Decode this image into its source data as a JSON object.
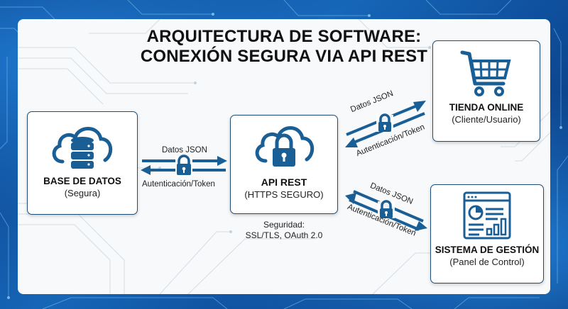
{
  "title": {
    "line1": "ARQUITECTURA DE SOFTWARE:",
    "line2": "CONEXIÓN SEGURA VIA API REST"
  },
  "nodes": {
    "database": {
      "label": "BASE DE DATOS",
      "sub": "(Segura)",
      "icon": "cloud-database-icon"
    },
    "api": {
      "label": "API REST",
      "sub": "(HTTPS SEGURO)",
      "icon": "cloud-lock-icon",
      "note_line1": "Seguridad:",
      "note_line2": "SSL/TLS, OAuth 2.0"
    },
    "store": {
      "label": "TIENDA ONLINE",
      "sub": "(Cliente/Usuario)",
      "icon": "shopping-cart-icon"
    },
    "management": {
      "label": "SISTEMA DE GESTIÓN",
      "sub": "(Panel de Control)",
      "icon": "dashboard-icon"
    }
  },
  "links": [
    {
      "from": "database",
      "to": "api",
      "top_label": "Datos JSON",
      "bottom_label": "Autenticación/Token",
      "icon": "lock-icon"
    },
    {
      "from": "api",
      "to": "store",
      "top_label": "Datos JSON",
      "bottom_label": "Autenticación/Token",
      "icon": "lock-icon"
    },
    {
      "from": "api",
      "to": "management",
      "top_label": "Datos JSON",
      "bottom_label": "Autenticación/Token",
      "icon": "lock-icon"
    }
  ],
  "colors": {
    "accent": "#1a5e96",
    "border": "#1e4e77",
    "background": "#0d4a96",
    "panel": "#f7f9fb"
  }
}
